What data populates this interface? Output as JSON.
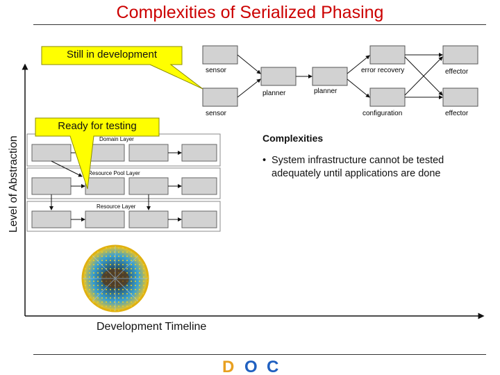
{
  "title": "Complexities of Serialized Phasing",
  "axes": {
    "y_label": "Level of Abstraction",
    "x_label": "Development Timeline"
  },
  "callouts": {
    "top": "Still in development",
    "middle": "Ready for testing"
  },
  "pipeline": {
    "sensor_1": "sensor",
    "sensor_2": "sensor",
    "planner_1": "planner",
    "planner_2": "planner",
    "error_recovery": "error recovery",
    "configuration": "configuration",
    "effector_1": "effector",
    "effector_2": "effector"
  },
  "layers": {
    "domain": "Domain Layer",
    "resource_pool": "Resource Pool Layer",
    "resource": "Resource Layer"
  },
  "complexities": {
    "heading": "Complexities",
    "bullet_mark": "•",
    "items": [
      "System infrastructure cannot be tested adequately until applications are done"
    ]
  },
  "colors": {
    "title": "#cc0000",
    "callout_fill": "#ffff00",
    "callout_stroke": "#8a8a00",
    "box_fill": "#d2d2d2"
  }
}
